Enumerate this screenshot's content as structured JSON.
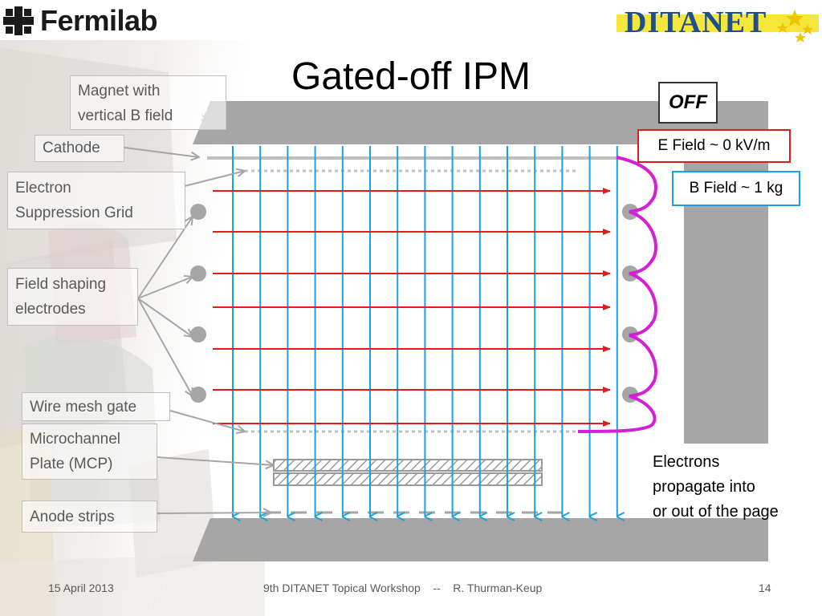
{
  "slide": {
    "title": "Gated-off IPM",
    "logos": {
      "left": "Fermilab",
      "right": "DITANET"
    },
    "state_label": "OFF",
    "e_field": "E Field ~ 0 kV/m",
    "b_field": "B Field ~ 1 kg",
    "note_lines": [
      "Electrons",
      "propagate into",
      "or out of the page"
    ]
  },
  "labels": {
    "magnet": [
      "Magnet with",
      "vertical B field"
    ],
    "cathode": "Cathode",
    "suppression_grid": [
      "Electron",
      "Suppression Grid"
    ],
    "field_shaping": [
      "Field shaping",
      "electrodes"
    ],
    "gate": "Wire mesh gate",
    "mcp": [
      "Microchannel",
      "Plate (MCP)"
    ],
    "anode": "Anode strips"
  },
  "footer": {
    "date": "15 April 2013",
    "event": "9th DITANET Topical Workshop    --    R. Thurman-Keup",
    "page": "14"
  },
  "colors": {
    "b_field_lines": "#1ba1e2",
    "e_field_arrows": "#e31a1c",
    "electron_path": "#d61ed6",
    "magnet_poles": "#a6a6a6"
  }
}
